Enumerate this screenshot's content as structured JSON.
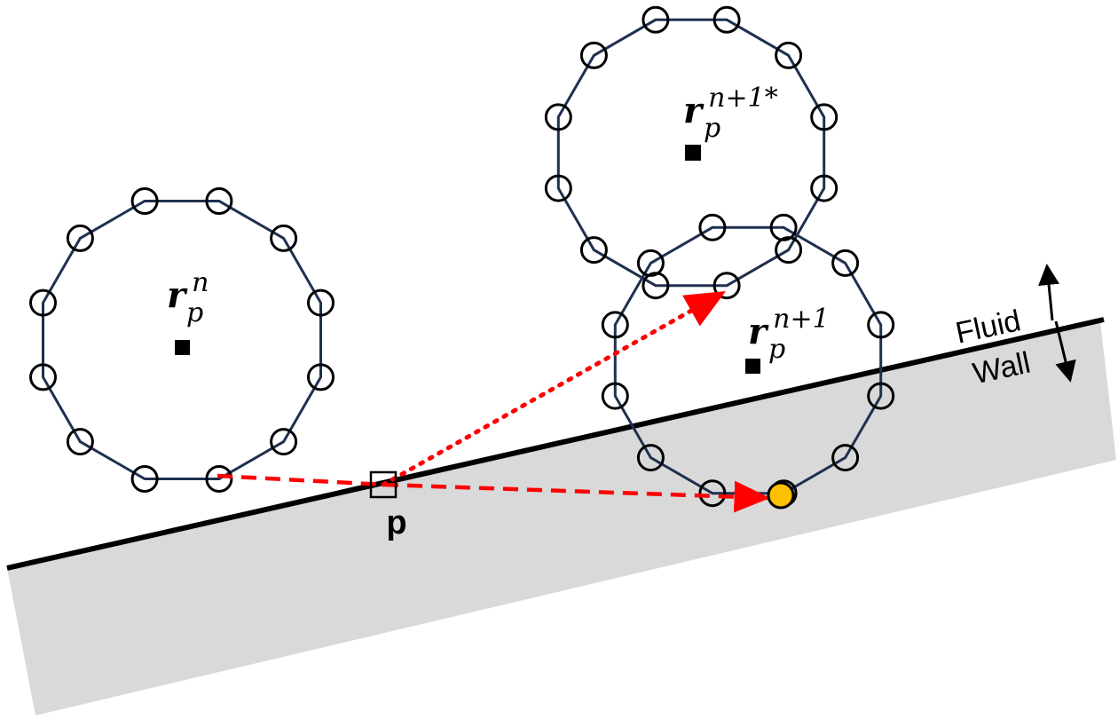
{
  "diagram": {
    "regions": {
      "fluid_label": "Fluid",
      "wall_label": "Wall"
    },
    "point_label": "p",
    "positions": [
      {
        "id": "rn",
        "base": "r",
        "sub": "p",
        "sup": "n"
      },
      {
        "id": "rn1",
        "base": "r",
        "sub": "p",
        "sup": "n+1"
      },
      {
        "id": "rnstar",
        "base": "r",
        "sub": "p",
        "sup": "n+1*"
      }
    ],
    "colors": {
      "wall_fill": "#d9d9d9",
      "wall_line": "#000000",
      "polygon_edge": "#1f3050",
      "node_stroke": "#000000",
      "trajectory": "#ff0000",
      "contact_node": "#ffc000"
    },
    "node_count_per_particle": 12
  }
}
